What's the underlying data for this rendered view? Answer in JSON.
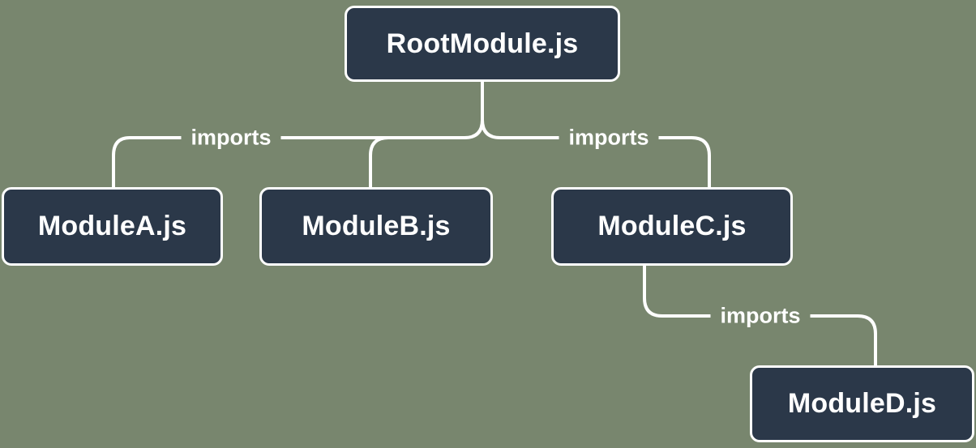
{
  "diagram": {
    "type": "module-dependency-tree",
    "colors": {
      "background": "#78866e",
      "node_fill": "#2b3849",
      "node_border": "#ffffff",
      "line": "#ffffff",
      "text": "#ffffff"
    },
    "nodes": [
      {
        "id": "root",
        "label": "RootModule.js"
      },
      {
        "id": "moduleA",
        "label": "ModuleA.js"
      },
      {
        "id": "moduleB",
        "label": "ModuleB.js"
      },
      {
        "id": "moduleC",
        "label": "ModuleC.js"
      },
      {
        "id": "moduleD",
        "label": "ModuleD.js"
      }
    ],
    "edges": [
      {
        "from": "RootModule.js",
        "to": "ModuleA.js",
        "label": "imports"
      },
      {
        "from": "RootModule.js",
        "to": "ModuleB.js",
        "label": ""
      },
      {
        "from": "RootModule.js",
        "to": "ModuleC.js",
        "label": "imports"
      },
      {
        "from": "ModuleC.js",
        "to": "ModuleD.js",
        "label": "imports"
      }
    ]
  }
}
